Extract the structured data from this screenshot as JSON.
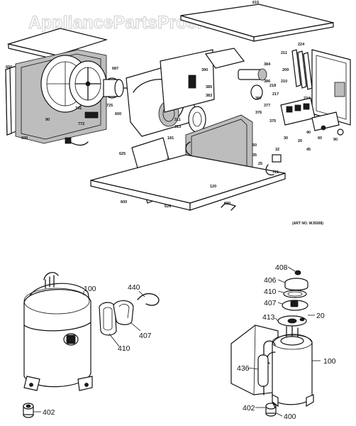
{
  "watermark": "AppliancePartsPros.com",
  "art_number": "(ART NO. WJ9308)",
  "upper_labels": {
    "top_panel": "615",
    "left_panel": "600",
    "panel_bottom": "600",
    "fan": "90",
    "blower_wheel": "687",
    "motor_left": "741",
    "bracket": "725",
    "cap_mid": "600",
    "cord_block": "772",
    "blower_housing_top": "390",
    "blower_housing_r": "385",
    "blower_housing_r2": "383",
    "heater_ref": "384",
    "mount": "386",
    "control_top1": "211",
    "control_top2": "224",
    "control_top3": "209",
    "control_top4": "210",
    "control_top5": "218",
    "control_top6": "217",
    "control_mid1": "387",
    "control_mid2": "234",
    "control_mid3": "377",
    "control_mid4": "376",
    "control_mid5": "375",
    "control_low1": "60",
    "control_low2": "45",
    "control_low3": "30",
    "control_low4": "90",
    "control_low5": "40",
    "control_low6": "20",
    "motor_mount": "625",
    "coil_left": "181",
    "coil_low": "120",
    "terminal": "32",
    "connector": "721",
    "coil_a": "50",
    "coil_b": "35",
    "coil_c": "25",
    "base": "600",
    "base_mid": "626",
    "base_r": "620",
    "misc1": "311",
    "misc2": "313"
  },
  "left_compressor": {
    "label_100": "100",
    "label_402": "402",
    "label_410": "410",
    "label_407": "407",
    "label_440": "440"
  },
  "right_compressor": {
    "label_408": "408",
    "label_406": "406",
    "label_410": "410",
    "label_407": "407",
    "label_413": "413",
    "label_20": "20",
    "label_436": "436",
    "label_100": "100",
    "label_402": "402",
    "label_400": "400"
  }
}
